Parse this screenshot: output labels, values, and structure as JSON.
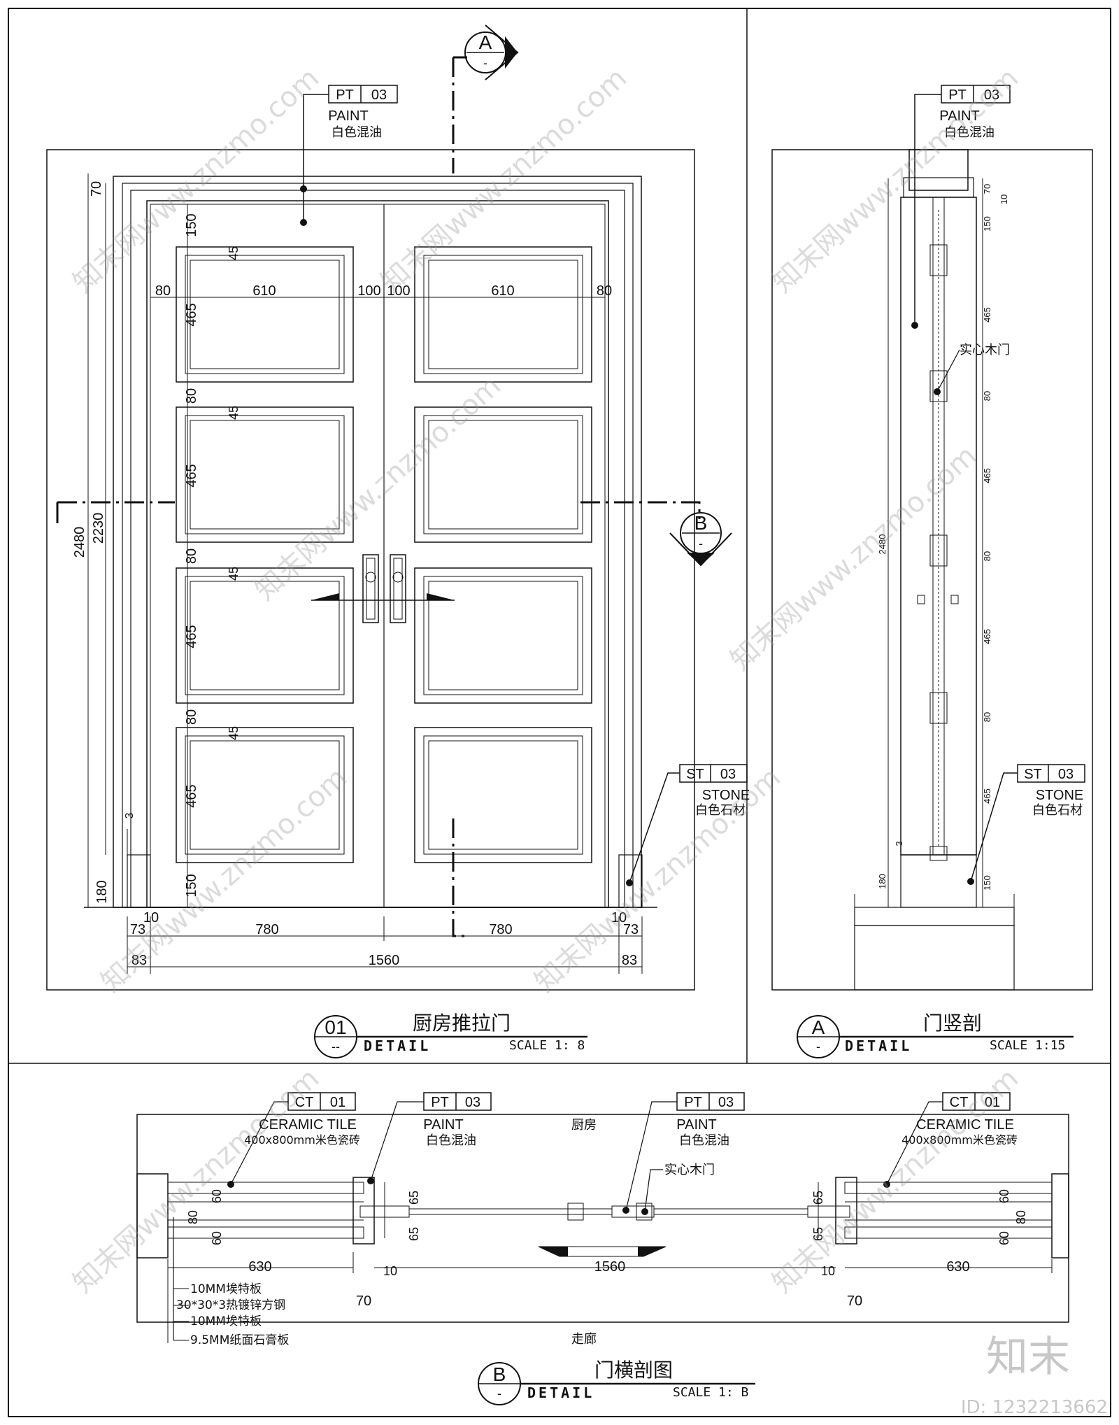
{
  "elevation": {
    "tags": {
      "pt": {
        "code": "PT",
        "num": "03",
        "name": "PAINT",
        "desc": "白色混油"
      },
      "st": {
        "code": "ST",
        "num": "03",
        "name": "STONE",
        "desc": "白色石材"
      }
    },
    "section_a": "A",
    "section_b": "B",
    "section_sub": "-",
    "dims_v": [
      "70",
      "150",
      "45",
      "465",
      "80",
      "45",
      "465",
      "80",
      "45",
      "465",
      "80",
      "45",
      "465",
      "150",
      "2480",
      "2230",
      "3",
      "180"
    ],
    "dims_h_top": [
      "80",
      "610",
      "100",
      "100",
      "610",
      "80"
    ],
    "dims_h_bottom": [
      "10",
      "73",
      "780",
      "780",
      "10",
      "73"
    ],
    "dims_total": [
      "83",
      "1560",
      "83"
    ],
    "title": {
      "num": "01",
      "sub": "--",
      "label": "DETAIL",
      "name": "厨房推拉门",
      "scale": "SCALE 1: 8"
    }
  },
  "vertical_section": {
    "tags": {
      "pt": {
        "code": "PT",
        "num": "03",
        "name": "PAINT",
        "desc": "白色混油"
      },
      "st": {
        "code": "ST",
        "num": "03",
        "name": "STONE",
        "desc": "白色石材"
      }
    },
    "note_door": "实心木门",
    "dims": [
      "70",
      "10",
      "150",
      "465",
      "80",
      "465",
      "80",
      "465",
      "80",
      "465",
      "150",
      "2480",
      "3",
      "180"
    ],
    "title": {
      "num": "A",
      "sub": "-",
      "label": "DETAIL",
      "name": "门竖剖",
      "scale": "SCALE 1:15"
    }
  },
  "horizontal_section": {
    "tags": {
      "ct_left": {
        "code": "CT",
        "num": "01",
        "name": "CERAMIC TILE",
        "desc": "400x800mm米色瓷砖"
      },
      "pt_left": {
        "code": "PT",
        "num": "03",
        "name": "PAINT",
        "desc": "白色混油"
      },
      "pt_right": {
        "code": "PT",
        "num": "03",
        "name": "PAINT",
        "desc": "白色混油"
      },
      "ct_right": {
        "code": "CT",
        "num": "01",
        "name": "CERAMIC TILE",
        "desc": "400x800mm米色瓷砖"
      }
    },
    "room_top": "厨房",
    "room_bottom": "走廊",
    "note_door": "实心木门",
    "dims_left": [
      "60",
      "80",
      "60",
      "65",
      "65",
      "630",
      "10",
      "70"
    ],
    "dims_right": [
      "65",
      "65",
      "60",
      "80",
      "60",
      "630",
      "10",
      "70"
    ],
    "dim_center": "1560",
    "layers": [
      "10MM埃特板",
      "30*30*3热镀锌方钢",
      "10MM埃特板",
      "9.5MM纸面石膏板"
    ],
    "title": {
      "num": "B",
      "sub": "-",
      "label": "DETAIL",
      "name": "门横剖图",
      "scale": "SCALE 1: B"
    }
  },
  "watermark": {
    "brand": "知末",
    "id": "ID: 1232213662",
    "site": "知末网www.znzmo.com"
  }
}
